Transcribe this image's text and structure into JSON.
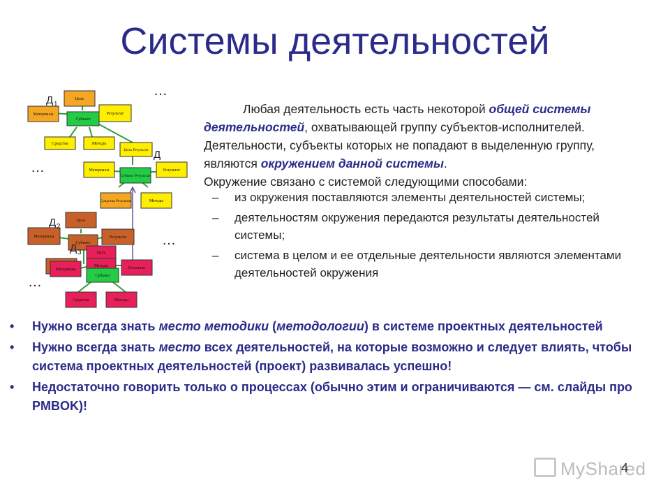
{
  "title": "Системы деятельностей",
  "intro": {
    "lead": "Любая деятельность есть часть некоторой ",
    "hl1": "общей системы деятельностей",
    "mid": ", охватывающей группу субъектов-исполнителей. Деятельности, субъекты которых не попадают в выделенную группу, являются ",
    "hl2": "окружением данной системы",
    "end": ".",
    "line2": "Окружение  связано с системой следующими способами:"
  },
  "sub_items": [
    "из окружения поставляются элементы деятельностей системы;",
    "деятельностям окружения передаются результаты деятельностей системы;",
    "система в целом и ее отдельные деятельности  являются элементами деятельностей окружения"
  ],
  "bullets": {
    "b1": {
      "a": "Нужно всегда знать ",
      "em1": "место методики",
      "b": " (",
      "em2": "методологии",
      "c": ") в системе проектных деятельностей"
    },
    "b2": {
      "a": "Нужно всегда знать ",
      "em1": "место",
      "b": " всех деятельностей, на которые возможно и следует влиять, чтобы система проектных деятельностей (проект) развивалась успешно!"
    },
    "b3": {
      "a": "Недостаточно говорить только о процессах (обычно этим и ограничиваются — см. слайды про PMBOK)!"
    }
  },
  "bullet_char": "•",
  "dash_char": "–",
  "page_number": "4",
  "watermark": "MyShared",
  "diagram": {
    "d1": "Д",
    "d1_sub": "1",
    "d2": "Д",
    "d2_sub": "2",
    "d3": "Д",
    "d3_sub": "3",
    "d": "Д",
    "dots": "…",
    "labels": {
      "goal": "Цель",
      "materials": "Материалы",
      "result": "Результат",
      "subject": "Субъект",
      "means": "Средства",
      "methods": "Методы",
      "goal_result": "Цель Результат",
      "subject_result": "Субъект Результат",
      "means_result": "Средства Результат"
    }
  },
  "colors": {
    "title": "#2b2b8a",
    "orange": "#f5a623",
    "yellow": "#ffee00",
    "green": "#22cc44",
    "brown": "#c8602a",
    "magenta": "#e8205a",
    "connector_green": "#2fa03a",
    "arrow_purple": "#6a4fa8"
  }
}
